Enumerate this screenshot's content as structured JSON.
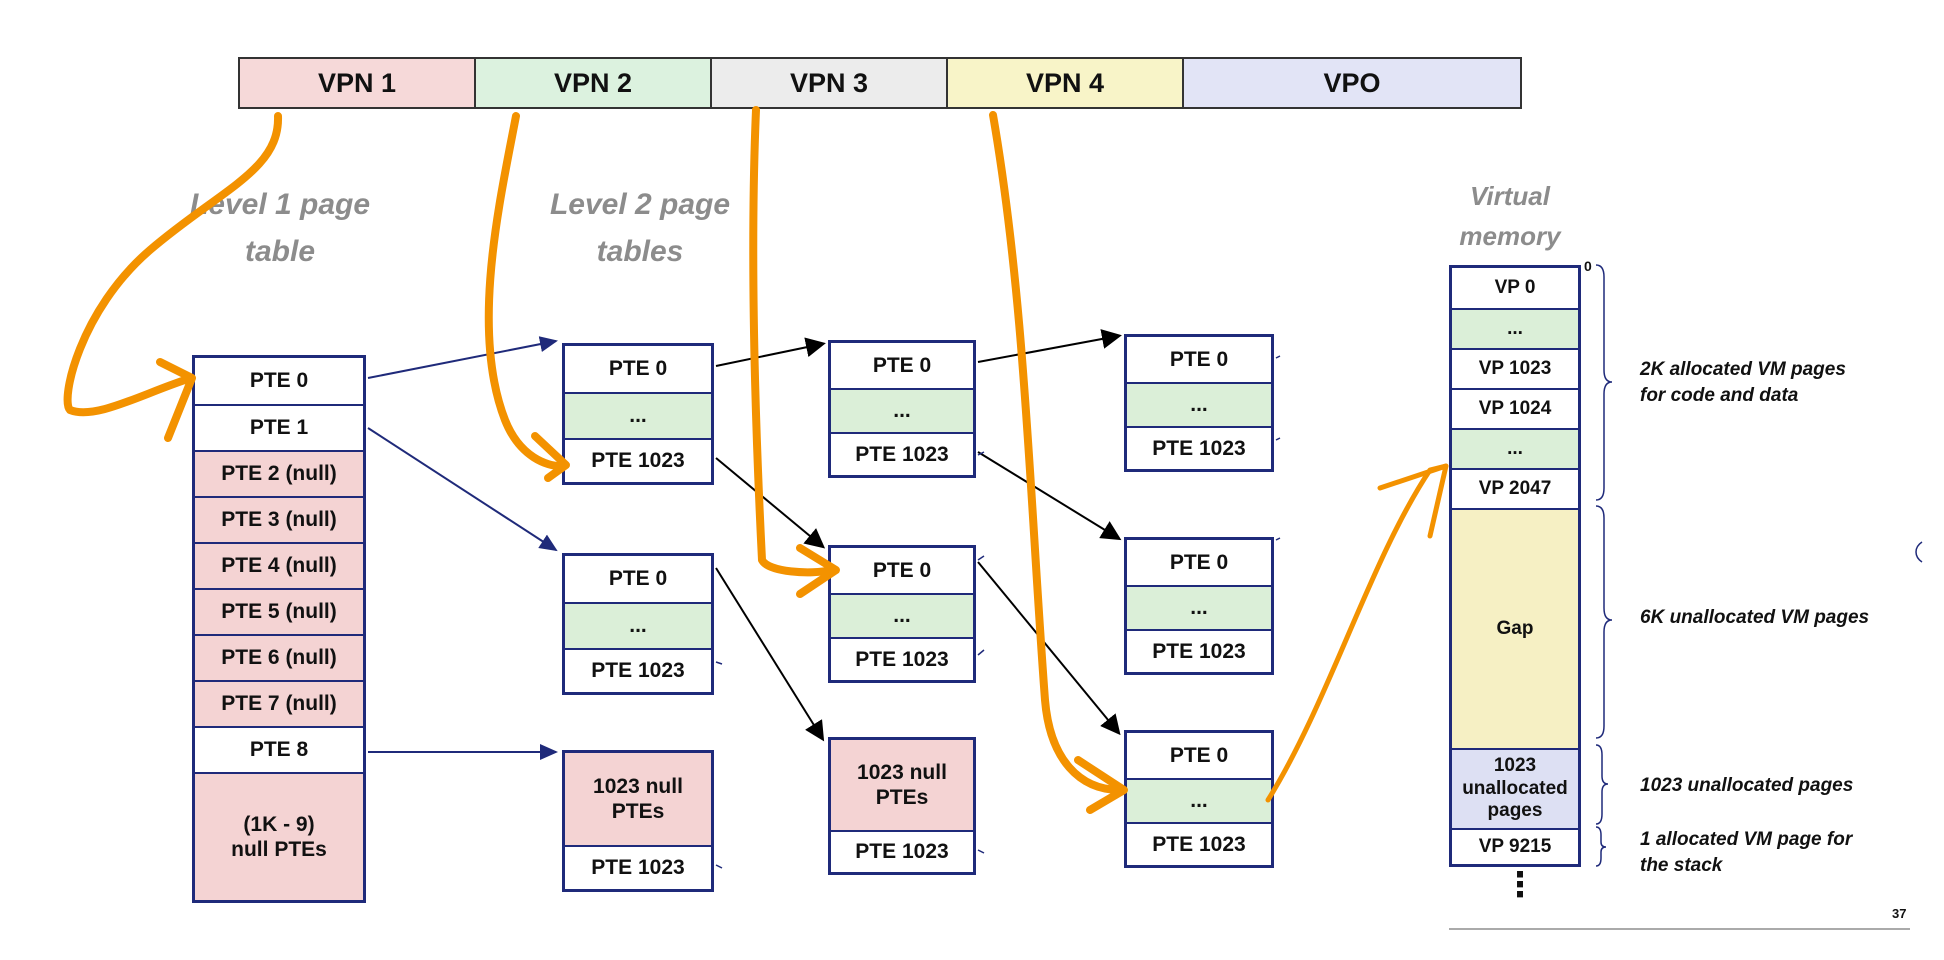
{
  "address": {
    "fields": [
      {
        "label": "VPN 1",
        "color": "#f6d9d9"
      },
      {
        "label": "VPN 2",
        "color": "#dcf2df"
      },
      {
        "label": "VPN 3",
        "color": "#ececec"
      },
      {
        "label": "VPN 4",
        "color": "#f8f4c8"
      },
      {
        "label": "VPO",
        "color": "#e2e4f6"
      }
    ]
  },
  "labels": {
    "level1": "Level 1 page table",
    "level2": "Level 2 page tables",
    "vm": "Virtual memory"
  },
  "level1": {
    "rows": [
      "PTE 0",
      "PTE 1",
      "PTE 2 (null)",
      "PTE 3 (null)",
      "PTE 4 (null)",
      "PTE 5 (null)",
      "PTE 6 (null)",
      "PTE 7 (null)",
      "PTE 8",
      "(1K - 9) null PTEs"
    ]
  },
  "tables": {
    "pte0": "PTE 0",
    "dots": "...",
    "pte1023": "PTE 1023",
    "null_block": "1023 null PTEs"
  },
  "vm": {
    "rows": [
      "VP 0",
      "...",
      "VP 1023",
      "VP 1024",
      "...",
      "VP 2047",
      "Gap",
      "1023 unallocated pages",
      "VP 9215"
    ],
    "zero": "0",
    "vdots": "⋮"
  },
  "annotations": {
    "code_data": "2K allocated VM pages for code and data",
    "gap": "6K unallocated VM pages",
    "unalloc": "1023 unallocated  pages",
    "stack": "1 allocated VM page for the stack"
  },
  "slide_number": "37",
  "colors": {
    "border": "#1f2a7a",
    "null": "#f4d3d3",
    "dots": "#dbefd8",
    "gap": "#f6f0c4",
    "unallocated": "#dde0f3",
    "highlight": "#f39200"
  }
}
